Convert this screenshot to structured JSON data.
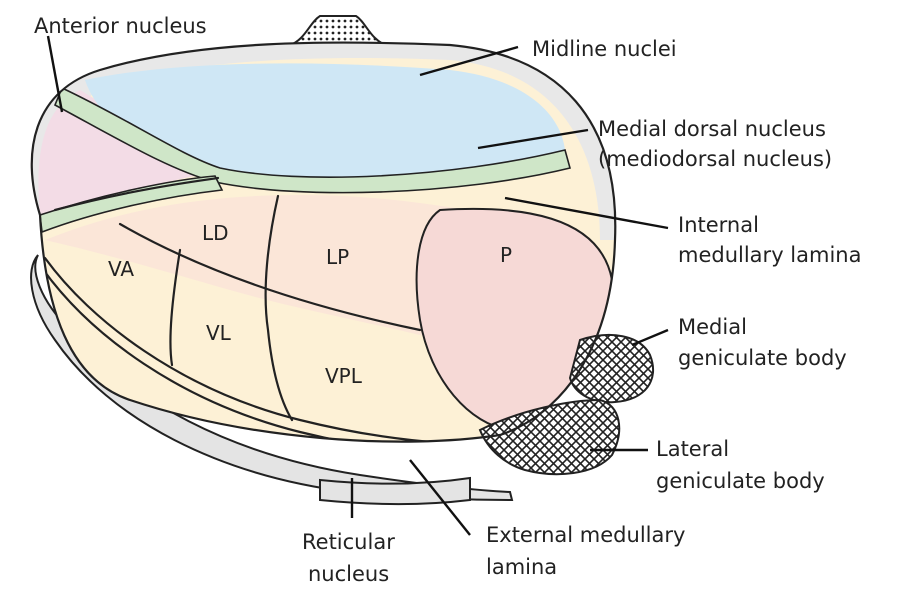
{
  "callouts": {
    "anterior_nucleus": "Anterior nucleus",
    "midline_nuclei": "Midline nuclei",
    "medial_dorsal_line1": "Medial dorsal nucleus",
    "medial_dorsal_line2": "(mediodorsal nucleus)",
    "internal_lamina_line1": "Internal",
    "internal_lamina_line2": "medullary lamina",
    "medial_geniculate_line1": "Medial",
    "medial_geniculate_line2": "geniculate body",
    "lateral_geniculate_line1": "Lateral",
    "lateral_geniculate_line2": "geniculate body",
    "external_lamina_line1": "External medullary",
    "external_lamina_line2": "lamina",
    "reticular_line1": "Reticular",
    "reticular_line2": "nucleus"
  },
  "regions": {
    "ld": "LD",
    "lp": "LP",
    "va": "VA",
    "vl": "VL",
    "vpl": "VPL",
    "p": "P"
  },
  "colors": {
    "medial_dorsal": "#cfe7f5",
    "anterior": "#f3dce6",
    "lateral_group": "#fbe6d8",
    "ventral_group": "#fdf1d6",
    "pulvinar": "#f6d9d6",
    "lamina": "#cfe6c8",
    "reticular": "#e4e4e4",
    "outline": "#222222"
  }
}
